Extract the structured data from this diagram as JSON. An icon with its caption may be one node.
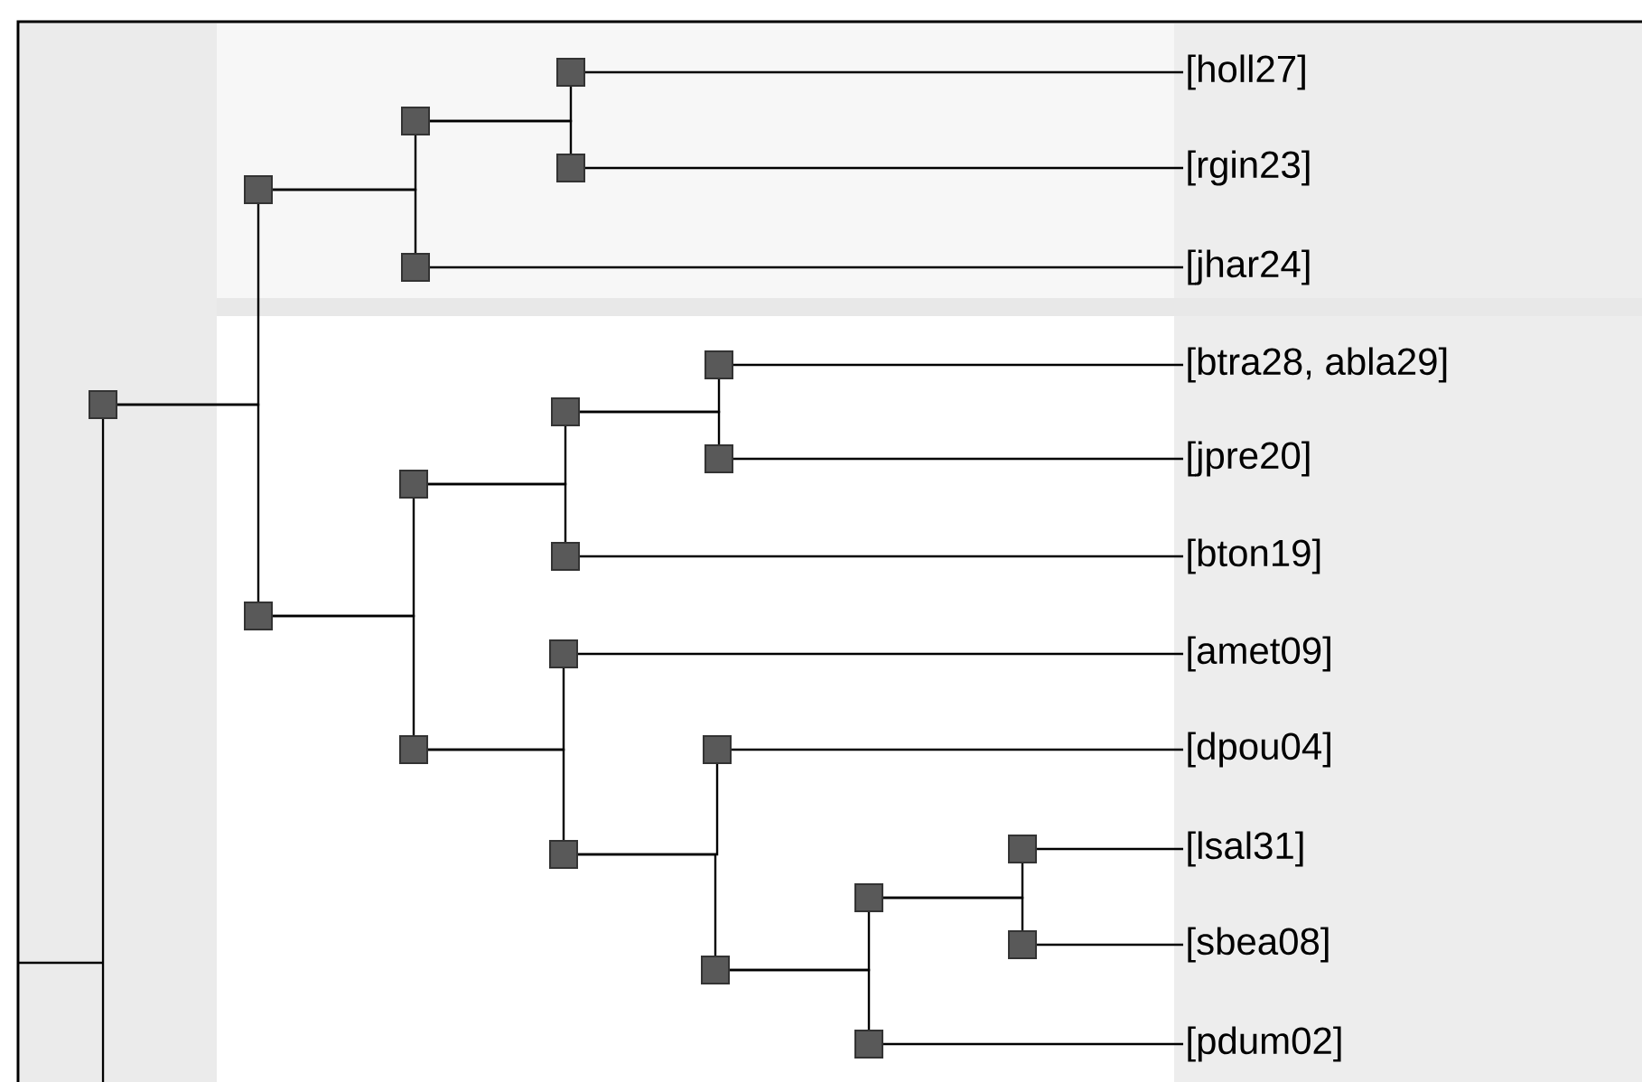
{
  "diagram": {
    "nodes": [
      {
        "text": [],
        "shape": "box"
      },
      {
        "text": [],
        "shape": "box"
      },
      {
        "text": [],
        "shape": "box"
      },
      {
        "text": [],
        "shape": "box"
      },
      {
        "text": [],
        "shape": "box"
      },
      {
        "text": [],
        "shape": "box"
      },
      {
        "text": [],
        "shape": "box"
      },
      {
        "text": [],
        "shape": "box"
      },
      {
        "text": [],
        "shape": "box"
      },
      {
        "text": [],
        "shape": "box"
      },
      {
        "text": [],
        "shape": "box"
      },
      {
        "text": [],
        "shape": "box"
      },
      {
        "text": [],
        "shape": "box"
      },
      {
        "text": [],
        "shape": "box"
      },
      {
        "text": [],
        "shape": "box"
      },
      {
        "text": [],
        "shape": "box"
      },
      {
        "text": [],
        "shape": "box"
      },
      {
        "text": [],
        "shape": "box"
      },
      {
        "text": [],
        "shape": "box"
      },
      {
        "text": [],
        "shape": "box"
      },
      {
        "text": [],
        "shape": "box"
      },
      {
        "text": [
          "[holl27]"
        ]
      },
      {
        "text": [
          "[rgin23]"
        ]
      },
      {
        "text": [
          "[jhar24]"
        ]
      },
      {
        "text": [
          "[btra28, abla29]"
        ]
      },
      {
        "text": [
          "[jpre20]"
        ]
      },
      {
        "text": [
          "[bton19]"
        ]
      },
      {
        "text": [
          "[amet09]"
        ]
      },
      {
        "text": [
          "[dpou04]"
        ]
      },
      {
        "text": [
          "[lsal31]"
        ]
      },
      {
        "text": [
          "[sbea08]"
        ]
      },
      {
        "text": [
          "[pdum02]"
        ]
      }
    ],
    "edges": [
      {
        "from": 0,
        "to": null,
        "arrow": "none"
      },
      {
        "from": 0,
        "to": 1,
        "arrow": "none"
      },
      {
        "from": 0,
        "to": 6,
        "arrow": "none"
      },
      {
        "from": 1,
        "to": 2,
        "arrow": "none"
      },
      {
        "from": 1,
        "to": 5,
        "arrow": "none"
      },
      {
        "from": 2,
        "to": 3,
        "arrow": "none"
      },
      {
        "from": 2,
        "to": 4,
        "arrow": "none"
      },
      {
        "from": 6,
        "to": 7,
        "arrow": "none"
      },
      {
        "from": 6,
        "to": 12,
        "arrow": "none"
      },
      {
        "from": 7,
        "to": 8,
        "arrow": "none"
      },
      {
        "from": 7,
        "to": 11,
        "arrow": "none"
      },
      {
        "from": 8,
        "to": 9,
        "arrow": "none"
      },
      {
        "from": 8,
        "to": 10,
        "arrow": "none"
      },
      {
        "from": 12,
        "to": 13,
        "arrow": "none"
      },
      {
        "from": 12,
        "to": 14,
        "arrow": "none"
      },
      {
        "from": 14,
        "to": 15,
        "arrow": "none"
      },
      {
        "from": 14,
        "to": 16,
        "arrow": "none"
      },
      {
        "from": 16,
        "to": 17,
        "arrow": "none"
      },
      {
        "from": 16,
        "to": 20,
        "arrow": "none"
      },
      {
        "from": 17,
        "to": 18,
        "arrow": "none"
      },
      {
        "from": 17,
        "to": 19,
        "arrow": "none"
      },
      {
        "from": 3,
        "to": 21,
        "arrow": "none"
      },
      {
        "from": 4,
        "to": 22,
        "arrow": "none"
      },
      {
        "from": 5,
        "to": 23,
        "arrow": "none"
      },
      {
        "from": 9,
        "to": 24,
        "arrow": "none"
      },
      {
        "from": 10,
        "to": 25,
        "arrow": "none"
      },
      {
        "from": 11,
        "to": 26,
        "arrow": "none"
      },
      {
        "from": 13,
        "to": 27,
        "arrow": "none"
      },
      {
        "from": 15,
        "to": 28,
        "arrow": "none"
      },
      {
        "from": 18,
        "to": 29,
        "arrow": "none"
      },
      {
        "from": 19,
        "to": 30,
        "arrow": "none"
      },
      {
        "from": 20,
        "to": 31,
        "arrow": "none"
      }
    ]
  }
}
